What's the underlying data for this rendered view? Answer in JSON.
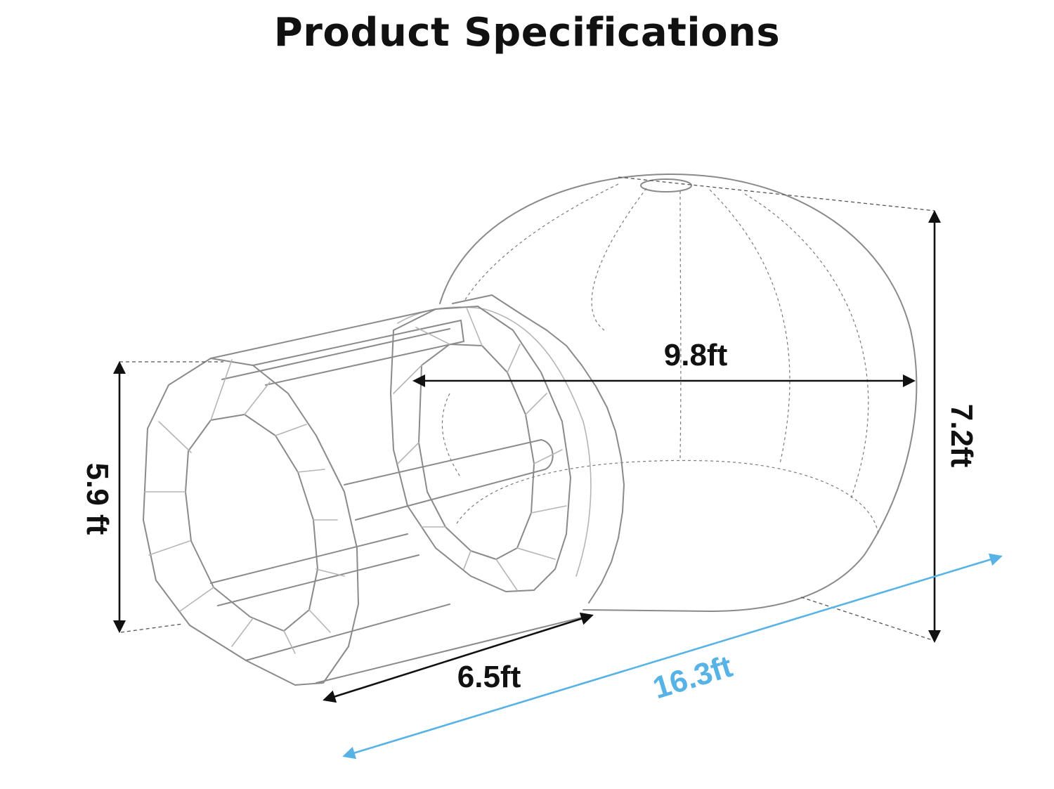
{
  "title": "Product Specifications",
  "colors": {
    "outline": "#8a8a8a",
    "dimension_line": "#111111",
    "accent_blue": "#57b3e6",
    "background": "#ffffff"
  },
  "dimensions": {
    "dome_width": "9.8ft",
    "dome_height": "7.2ft",
    "tunnel_height": "5.9 ft",
    "tunnel_length": "6.5ft",
    "total_length": "16.3ft"
  }
}
